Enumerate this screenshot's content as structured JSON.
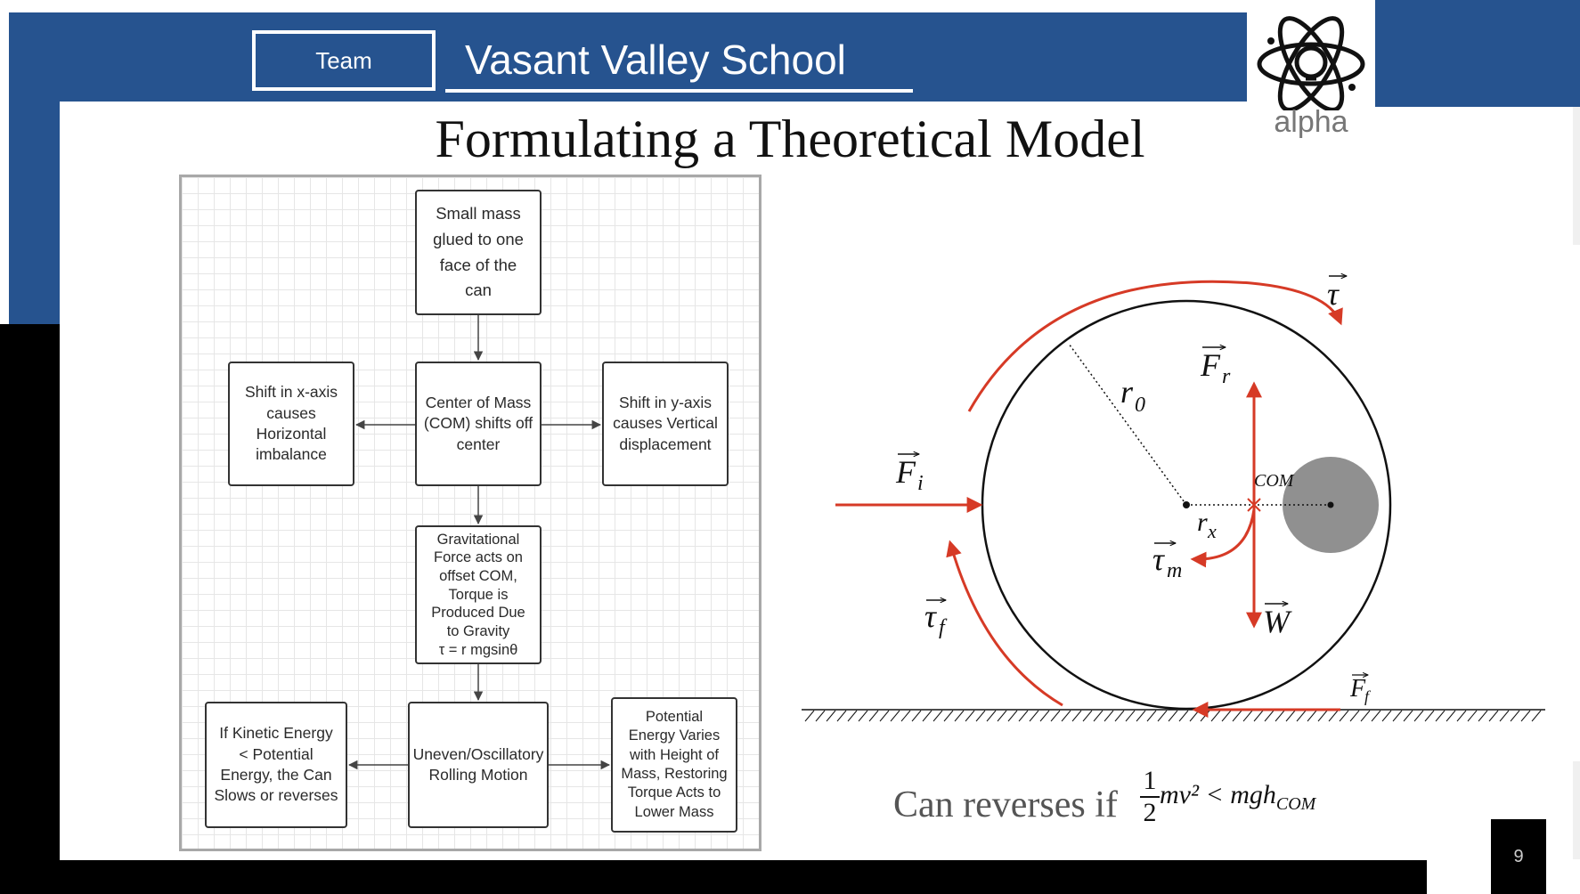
{
  "header": {
    "team_label": "Team",
    "school_name": "Vasant Valley School",
    "logo_text": "alpha"
  },
  "slide": {
    "title": "Formulating a Theoretical Model",
    "page_number": "9"
  },
  "flowchart": {
    "nodes": {
      "start": "Small mass\nglued to one\nface of the\ncan",
      "com_shift": "Center of Mass\n(COM) shifts off\ncenter",
      "x_shift": "Shift in x-axis\ncauses\nHorizontal\nimbalance",
      "y_shift": "Shift in y-axis\ncauses Vertical\ndisplacement",
      "gravity": "Gravitational\nForce acts on\noffset COM,\nTorque is\nProduced Due\nto Gravity\nτ = r mgsinθ",
      "rolling": "Uneven/Oscillatory\nRolling Motion",
      "kinetic": "If Kinetic Energy\n< Potential\nEnergy, the Can\nSlows or reverses",
      "potential": "Potential\nEnergy Varies\nwith Height of\nMass, Restoring\nTorque Acts to\nLower Mass"
    }
  },
  "diagram": {
    "labels": {
      "tau": "τ",
      "f_r": "F",
      "f_r_sub": "r",
      "r0": "r",
      "r0_sub": "0",
      "com": "COM",
      "f_i": "F",
      "f_i_sub": "i",
      "r_x": "r",
      "r_x_sub": "x",
      "tau_m": "τ",
      "tau_m_sub": "m",
      "tau_f": "τ",
      "tau_f_sub": "f",
      "w": "W",
      "f_f": "F",
      "f_f_sub": "f"
    },
    "colors": {
      "force": "#d63a26",
      "mass": "#909090"
    }
  },
  "conclusion": {
    "caption": "Can reverses if",
    "frac_num": "1",
    "frac_den": "2",
    "lhs": "mv² < mgh",
    "lhs_sub": "COM"
  }
}
